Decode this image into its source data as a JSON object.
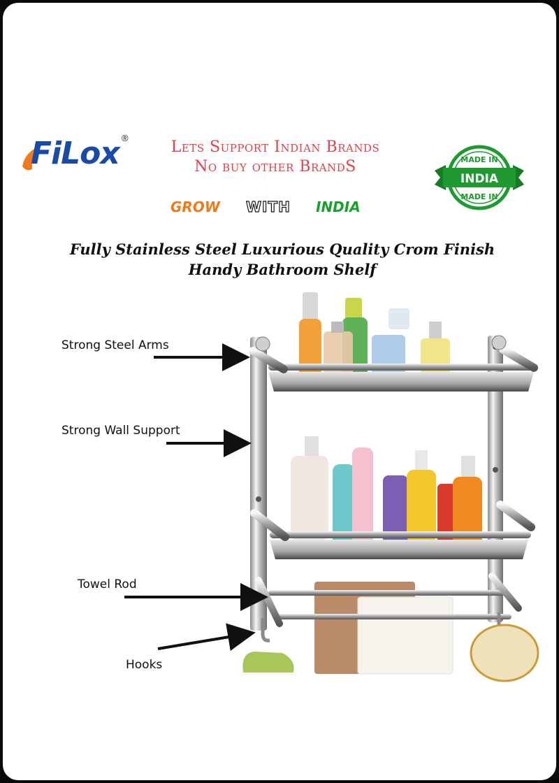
{
  "brand": {
    "name": "FiLox",
    "registered_mark": "®"
  },
  "slogan": {
    "line1": "Lets Support Indian Brands",
    "line2": "No buy other BrandS"
  },
  "tagline": {
    "word1": "GROW",
    "word2": "WITH",
    "word3": "INDIA",
    "word1_color": "#f07a1a",
    "word3_color": "#19a12b"
  },
  "badge": {
    "top_text": "MADE IN",
    "ribbon_text": "INDIA",
    "bottom_text": "MADE IN",
    "green": "#1f9a2f"
  },
  "product": {
    "title_line1": "Fully Stainless Steel Luxurious Quality Crom Finish",
    "title_line2": "Handy Bathroom Shelf"
  },
  "callouts": {
    "arms": "Strong Steel Arms",
    "wall": "Strong Wall Support",
    "rod": "Towel Rod",
    "hooks": "Hooks"
  },
  "colors": {
    "slogan": "#e0404a",
    "logo": "#1a4aa8",
    "logo_accent": "#f07a1a"
  }
}
